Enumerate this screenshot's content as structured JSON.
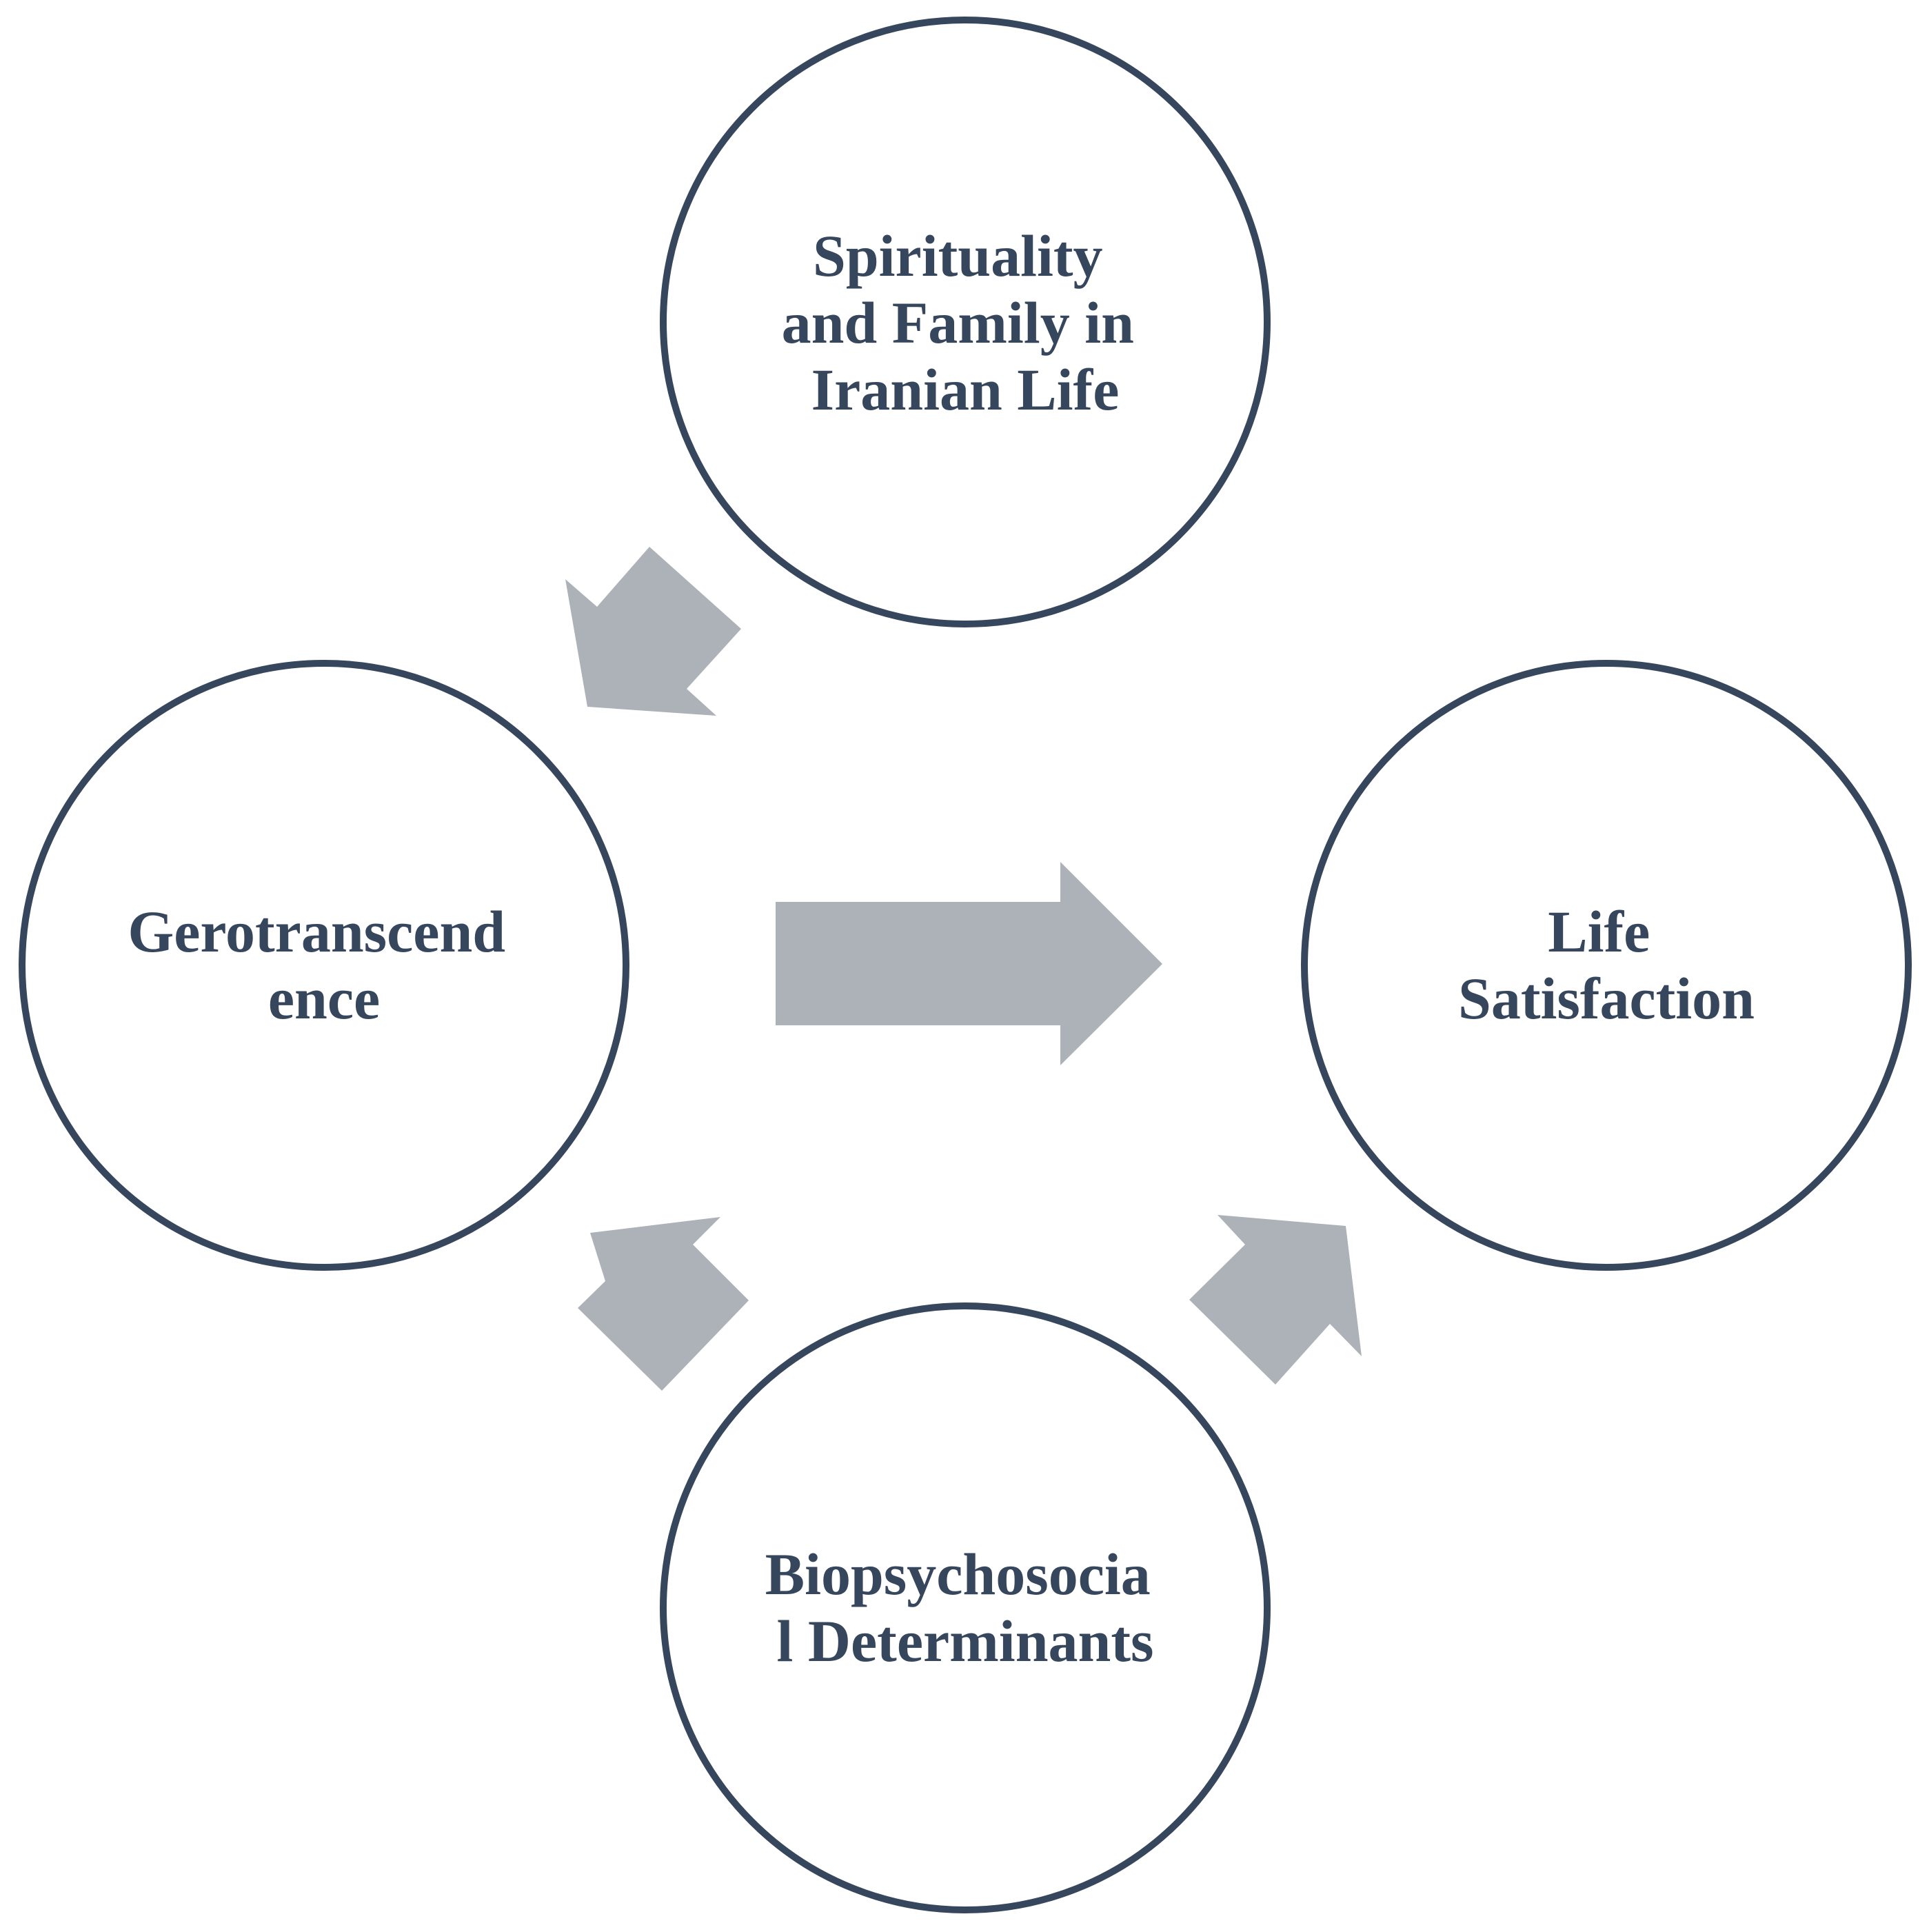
{
  "diagram": {
    "colors": {
      "circle_stroke": "#36465c",
      "label_text": "#36465c",
      "arrow_fill": "#adb2b9",
      "background": "#ffffff"
    },
    "nodes": {
      "spirituality": {
        "lines": [
          "Spirituality",
          "and Family in",
          "Iranian Life"
        ]
      },
      "gerotranscendence": {
        "lines": [
          "Gerotranscend",
          "ence"
        ]
      },
      "life_satisfaction": {
        "lines": [
          "Life",
          "Satisfaction"
        ]
      },
      "biopsychosocial": {
        "lines": [
          "Biopsychosocia",
          "l Determinants"
        ]
      }
    },
    "edges": [
      {
        "from": "spirituality",
        "to": "gerotranscendence"
      },
      {
        "from": "gerotranscendence",
        "to": "life_satisfaction"
      },
      {
        "from": "biopsychosocial",
        "to": "gerotranscendence"
      },
      {
        "from": "biopsychosocial",
        "to": "life_satisfaction"
      }
    ]
  }
}
